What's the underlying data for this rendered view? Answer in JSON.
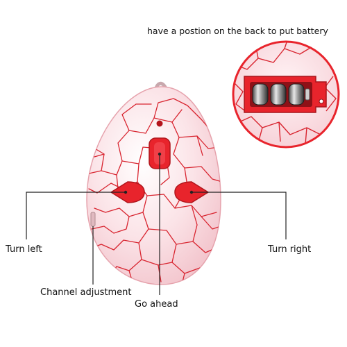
{
  "annotations": {
    "battery": "have a postion on the back to put battery",
    "turn_left": "Turn left",
    "turn_right": "Turn right",
    "channel": "Channel adjustment",
    "go_ahead": "Go ahead"
  },
  "colors": {
    "accent_red": "#e8242c",
    "crack_red": "#d8242f",
    "shell_pink": "#fbe3e7",
    "leader_line": "#222222"
  }
}
